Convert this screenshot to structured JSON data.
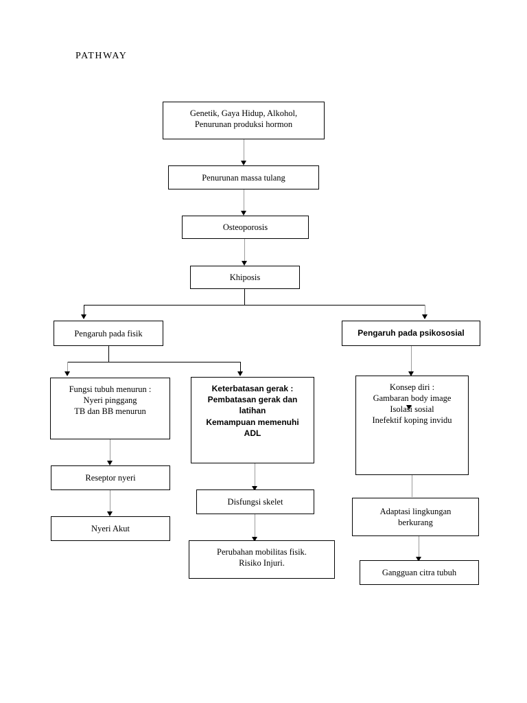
{
  "document": {
    "title": "PATHWAY"
  },
  "diagram": {
    "type": "flowchart",
    "orientation": "top-down",
    "nodes": [
      {
        "id": "causes",
        "lines": [
          "Genetik, Gaya Hidup, Alkohol,",
          "Penurunan produksi hormon"
        ],
        "font": "serif"
      },
      {
        "id": "bone-mass",
        "lines": [
          "Penurunan massa tulang"
        ],
        "font": "serif"
      },
      {
        "id": "osteoporosis",
        "lines": [
          "Osteoporosis"
        ],
        "font": "serif"
      },
      {
        "id": "kyphosis",
        "lines": [
          "Khiposis"
        ],
        "font": "serif"
      },
      {
        "id": "physical-effect",
        "lines": [
          "Pengaruh pada fisik"
        ],
        "font": "serif"
      },
      {
        "id": "psychosocial-effect",
        "lines": [
          "Pengaruh pada psikososial"
        ],
        "font": "sans"
      },
      {
        "id": "body-function",
        "lines": [
          "Fungsi tubuh menurun :",
          "Nyeri pinggang",
          "TB dan BB menurun"
        ],
        "font": "serif"
      },
      {
        "id": "movement-limitation",
        "lines": [
          "Keterbatasan gerak :",
          "Pembatasan gerak dan",
          "latihan",
          "Kemampuan memenuhi",
          "ADL"
        ],
        "font": "sans"
      },
      {
        "id": "self-concept",
        "lines": [
          "Konsep diri :",
          "Gambaran body image",
          "Isolasi sosial",
          "Inefektif koping invidu"
        ],
        "font": "serif"
      },
      {
        "id": "pain-receptor",
        "lines": [
          "Reseptor nyeri"
        ],
        "font": "serif"
      },
      {
        "id": "skeletal-dysfunction",
        "lines": [
          "Disfungsi skelet"
        ],
        "font": "serif"
      },
      {
        "id": "environment-adaptation",
        "lines": [
          "Adaptasi lingkungan",
          "berkurang"
        ],
        "font": "serif"
      },
      {
        "id": "acute-pain",
        "lines": [
          "Nyeri Akut"
        ],
        "font": "serif"
      },
      {
        "id": "mobility-change",
        "lines": [
          "Perubahan mobilitas fisik.",
          "Risiko Injuri."
        ],
        "font": "serif"
      },
      {
        "id": "body-image-disturbance",
        "lines": [
          "Gangguan citra tubuh"
        ],
        "font": "serif"
      }
    ],
    "edges": [
      {
        "from": "causes",
        "to": "bone-mass"
      },
      {
        "from": "bone-mass",
        "to": "osteoporosis"
      },
      {
        "from": "osteoporosis",
        "to": "kyphosis"
      },
      {
        "from": "kyphosis",
        "to": "physical-effect"
      },
      {
        "from": "kyphosis",
        "to": "psychosocial-effect"
      },
      {
        "from": "physical-effect",
        "to": "body-function"
      },
      {
        "from": "physical-effect",
        "to": "movement-limitation"
      },
      {
        "from": "psychosocial-effect",
        "to": "self-concept"
      },
      {
        "from": "body-function",
        "to": "pain-receptor"
      },
      {
        "from": "pain-receptor",
        "to": "acute-pain"
      },
      {
        "from": "movement-limitation",
        "to": "skeletal-dysfunction"
      },
      {
        "from": "skeletal-dysfunction",
        "to": "mobility-change"
      },
      {
        "from": "self-concept",
        "to": "environment-adaptation"
      },
      {
        "from": "environment-adaptation",
        "to": "body-image-disturbance"
      }
    ],
    "colors": {
      "box_border": "#000000",
      "box_fill": "#ffffff",
      "connector": "#000000",
      "connector_light": "#9a9a9a",
      "text": "#000000"
    }
  }
}
